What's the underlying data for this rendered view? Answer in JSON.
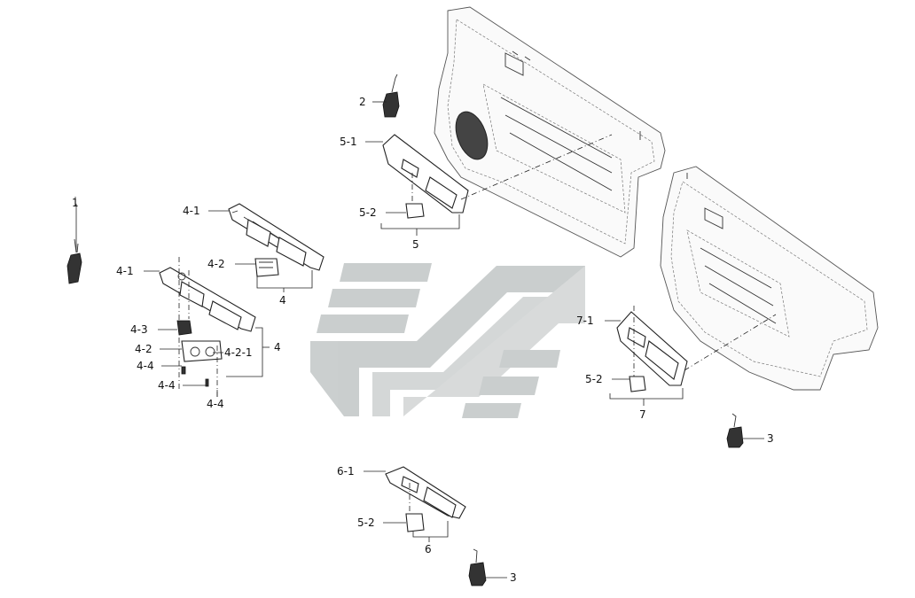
{
  "diagram": {
    "labels": {
      "p1": "1",
      "p2": "2",
      "p3a": "3",
      "p3b": "3",
      "p4a": "4",
      "p4b": "4",
      "p4_1a": "4-1",
      "p4_1b": "4-1",
      "p4_2a": "4-2",
      "p4_2b": "4-2",
      "p4_2_1": "4-2-1",
      "p4_3": "4-3",
      "p4_4a": "4-4",
      "p4_4b": "4-4",
      "p4_4c": "4-4",
      "p5": "5",
      "p5_1": "5-1",
      "p5_2a": "5-2",
      "p5_2b": "5-2",
      "p5_2c": "5-2",
      "p6": "6",
      "p6_1": "6-1",
      "p7": "7",
      "p7_1": "7-1"
    },
    "watermark_color": "#c8cccc",
    "line_color": "#222222"
  }
}
